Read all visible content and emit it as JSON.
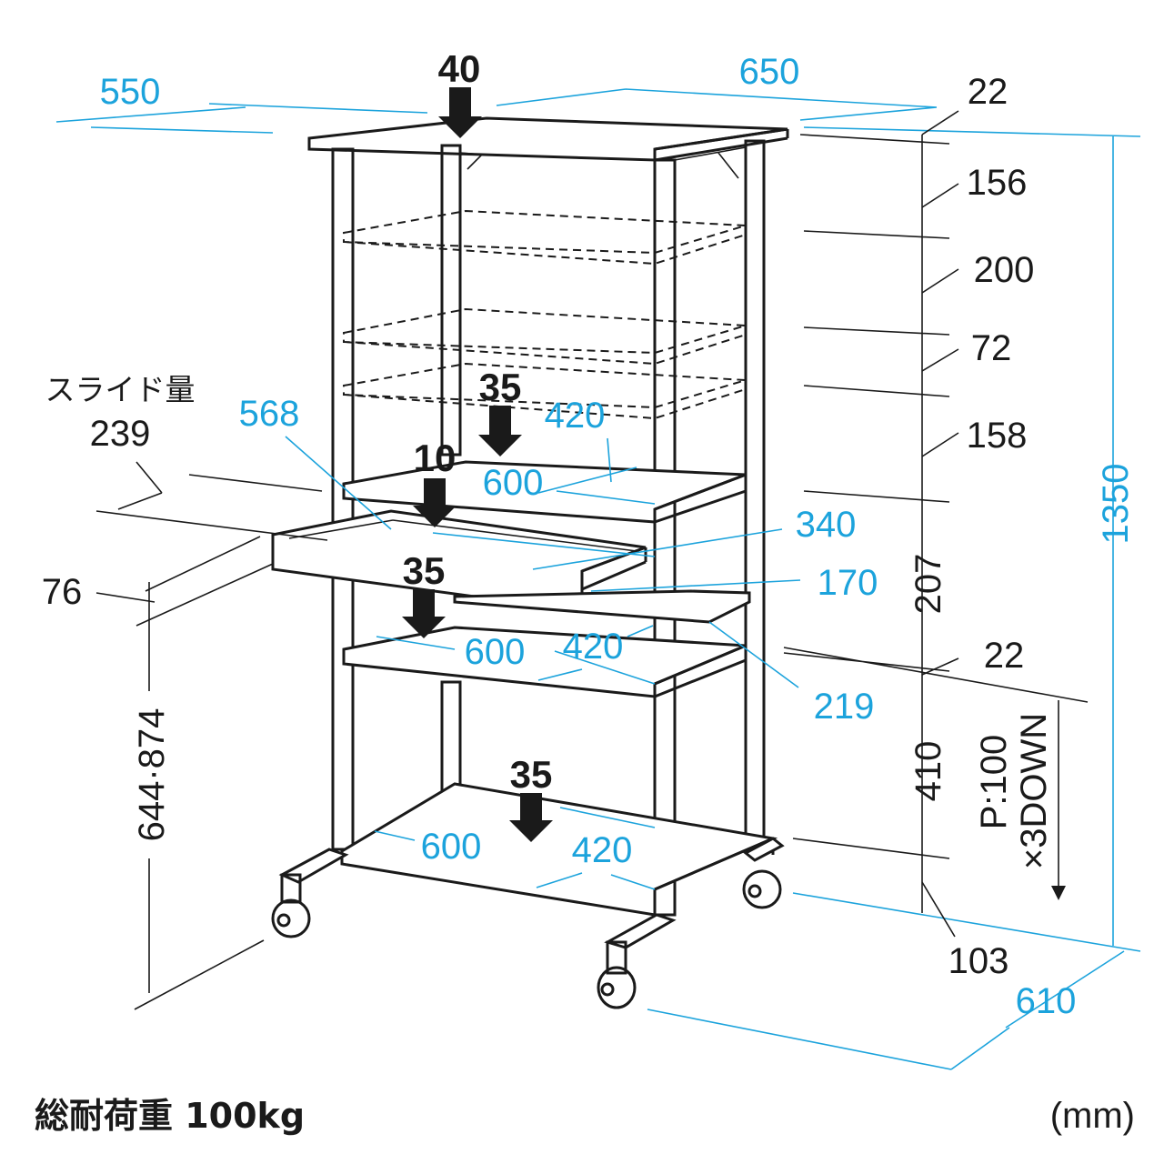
{
  "colors": {
    "dimension_blue": "#1ca3dc",
    "line_black": "#1a1a1a",
    "background": "#ffffff"
  },
  "overall": {
    "width": "650",
    "depth_top": "550",
    "depth_base": "610",
    "height": "1350"
  },
  "loads": {
    "top": "40",
    "upper_shelf": "35",
    "keyboard": "10",
    "middle_shelf": "35",
    "bottom_shelf": "35"
  },
  "slide": {
    "label": "スライド量",
    "value": "239"
  },
  "keyboard": {
    "width": "568",
    "depth": "340",
    "thickness": "76",
    "mouse_depth": "170",
    "mouse_width": "219"
  },
  "shelves": {
    "upper": {
      "width": "600",
      "depth": "420"
    },
    "middle": {
      "width": "600",
      "depth": "420"
    },
    "bottom": {
      "width": "600",
      "depth": "420"
    }
  },
  "right_dims": {
    "top_thickness": "22",
    "d156": "156",
    "d200": "200",
    "d72": "72",
    "d158": "158",
    "d207": "207",
    "d22": "22",
    "d410": "410",
    "d103": "103"
  },
  "adjust_note": {
    "line1": "P:100",
    "line2": "×3DOWN"
  },
  "left_height": "644·874",
  "footer": {
    "load_label": "総耐荷重 100kg",
    "unit": "(mm)"
  }
}
